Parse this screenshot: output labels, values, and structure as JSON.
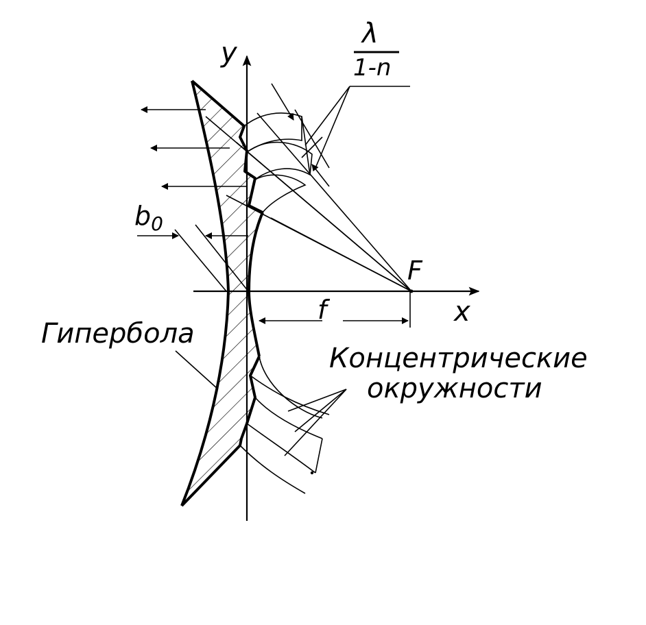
{
  "labels": {
    "axis_y": "y",
    "axis_x": "x",
    "focus": "F",
    "focal_length": "f",
    "zone_width": "b",
    "zone_width_sub": "0",
    "step_numerator": "λ",
    "step_denominator": "1-n",
    "hyperbola": "Гипербола",
    "concentric_line1": "Концентрические",
    "concentric_line2": "окружности"
  }
}
